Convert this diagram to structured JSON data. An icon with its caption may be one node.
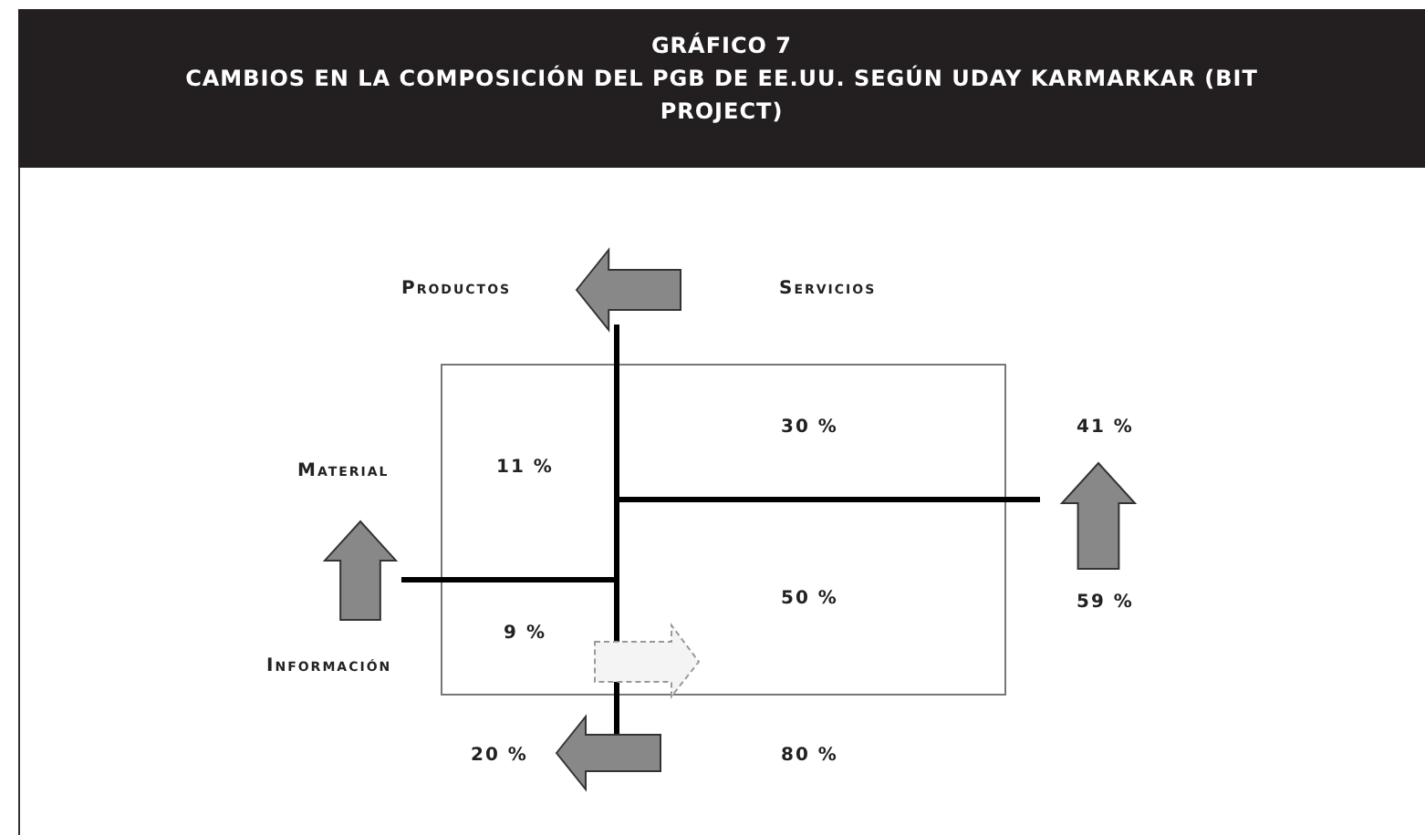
{
  "diagram": {
    "title": "GRÁFICO 7",
    "labels": [
      "CAMBIOS EN LA COMPOSICIÓN DEL PGB DE EE.UU. SEGÚN UDAY KARMARKAR (BIT PROJECT)",
      "Productos",
      "Servicios",
      "30 %",
      "41 %",
      "Material",
      "11 %",
      "50 %",
      "59 %",
      "9 %",
      "Información",
      "20 %",
      "80 %"
    ]
  }
}
